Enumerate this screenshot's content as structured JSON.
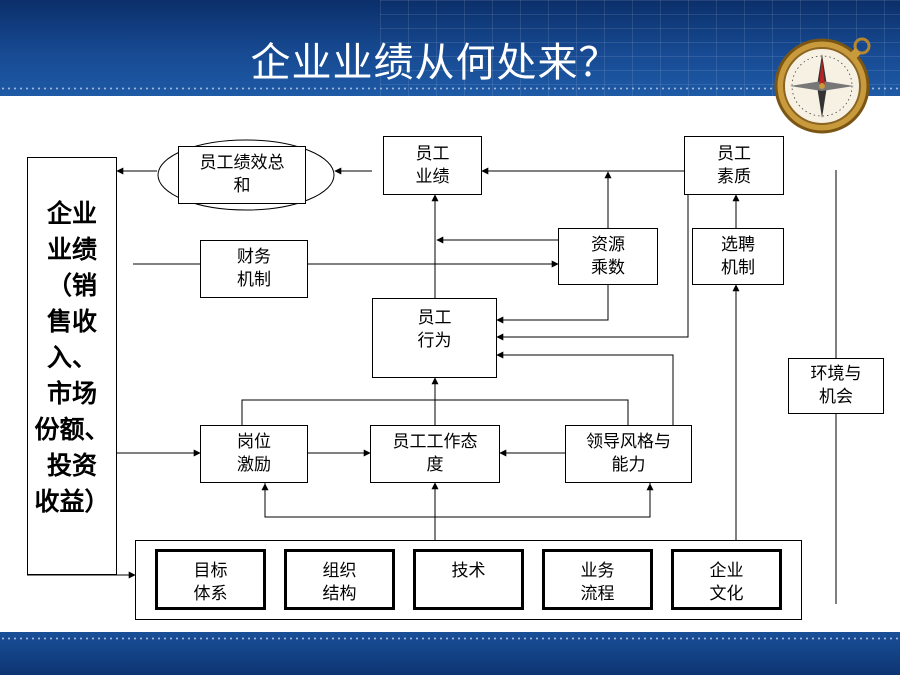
{
  "slide": {
    "title": "企业业绩从何处来？"
  },
  "nodes": {
    "company_performance": "企业\n业绩\n（销\n售收\n入、\n市场\n份额、\n投资\n收益）",
    "total_performance": "员工绩效总\n和",
    "employee_performance": "员工\n业绩",
    "employee_quality": "员工\n素质",
    "finance_mechanism": "财务\n机制",
    "resource_multiplier": "资源\n乘数",
    "recruitment_mechanism": "选聘\n机制",
    "employee_behavior": "员工\n行为",
    "environment_opportunity": "环境与\n机会",
    "position_incentive": "岗位\n激励",
    "work_attitude": "员工工作态\n度",
    "leadership": "领导风格与\n能力",
    "foundation": {
      "goal_system": "目标\n体系",
      "org_structure": "组织\n结构",
      "technology": "技术",
      "business_process": "业务\n流程",
      "corporate_culture": "企业\n文化"
    }
  },
  "colors": {
    "header_blue": "#174a92",
    "footer_blue": "#0d3573",
    "line": "#000000"
  }
}
